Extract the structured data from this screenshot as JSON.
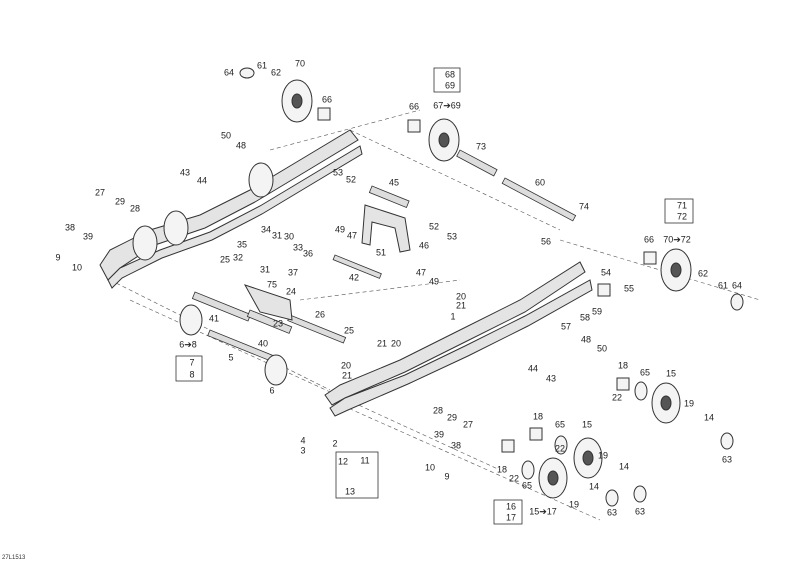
{
  "diagram_code": "27L1513",
  "labels": [
    "64",
    "61",
    "62",
    "70",
    "66",
    "68",
    "69",
    "66",
    "67➔69",
    "73",
    "60",
    "74",
    "50",
    "48",
    "43",
    "44",
    "27",
    "29",
    "28",
    "38",
    "39",
    "9",
    "10",
    "53",
    "52",
    "45",
    "49",
    "47",
    "51",
    "46",
    "52",
    "53",
    "47",
    "49",
    "42",
    "56",
    "71",
    "72",
    "66",
    "70➔72",
    "62",
    "61",
    "64",
    "54",
    "55",
    "59",
    "58",
    "57",
    "48",
    "50",
    "20",
    "21",
    "1",
    "44",
    "43",
    "18",
    "65",
    "15",
    "22",
    "19",
    "14",
    "63",
    "34",
    "31",
    "30",
    "35",
    "33",
    "36",
    "32",
    "25",
    "31",
    "37",
    "75",
    "24",
    "41",
    "23",
    "26",
    "25",
    "6➔8",
    "7",
    "8",
    "5",
    "40",
    "6",
    "21",
    "20",
    "20",
    "21",
    "28",
    "29",
    "27",
    "2",
    "4",
    "3",
    "12",
    "11",
    "13",
    "39",
    "38",
    "10",
    "9",
    "18",
    "65",
    "15",
    "22",
    "19",
    "14",
    "63",
    "18",
    "22",
    "65",
    "19",
    "14",
    "63",
    "16",
    "17",
    "15➔17"
  ]
}
